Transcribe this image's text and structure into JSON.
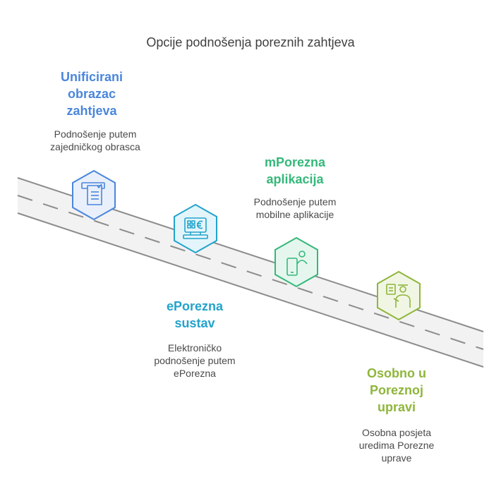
{
  "title": "Opcije podnošenja poreznih zahtjeva",
  "steps": [
    {
      "heading": "Unificirani\nobrazac\nzahtjeva",
      "description": "Podnošenje putem\nzajedničkog obrasca",
      "color": "#4a86dc",
      "fill": "#e9f0fb",
      "icon": "form-document-icon"
    },
    {
      "heading": "ePorezna\nsustav",
      "description": "Elektroničko\npodnošenje putem\nePorezna",
      "color": "#22a3cc",
      "fill": "#e3f5fa",
      "icon": "computer-euro-icon"
    },
    {
      "heading": "mPorezna\naplikacija",
      "description": "Podnošenje putem\nmobilne aplikacije",
      "color": "#34b87a",
      "fill": "#e5f6ee",
      "icon": "mobile-user-icon"
    },
    {
      "heading": "Osobno u\nPoreznoj\nupravi",
      "description": "Osobna posjeta\nuredima Porezne\nuprave",
      "color": "#8fb63b",
      "fill": "#f1f6e4",
      "icon": "person-in-office-icon"
    }
  ]
}
